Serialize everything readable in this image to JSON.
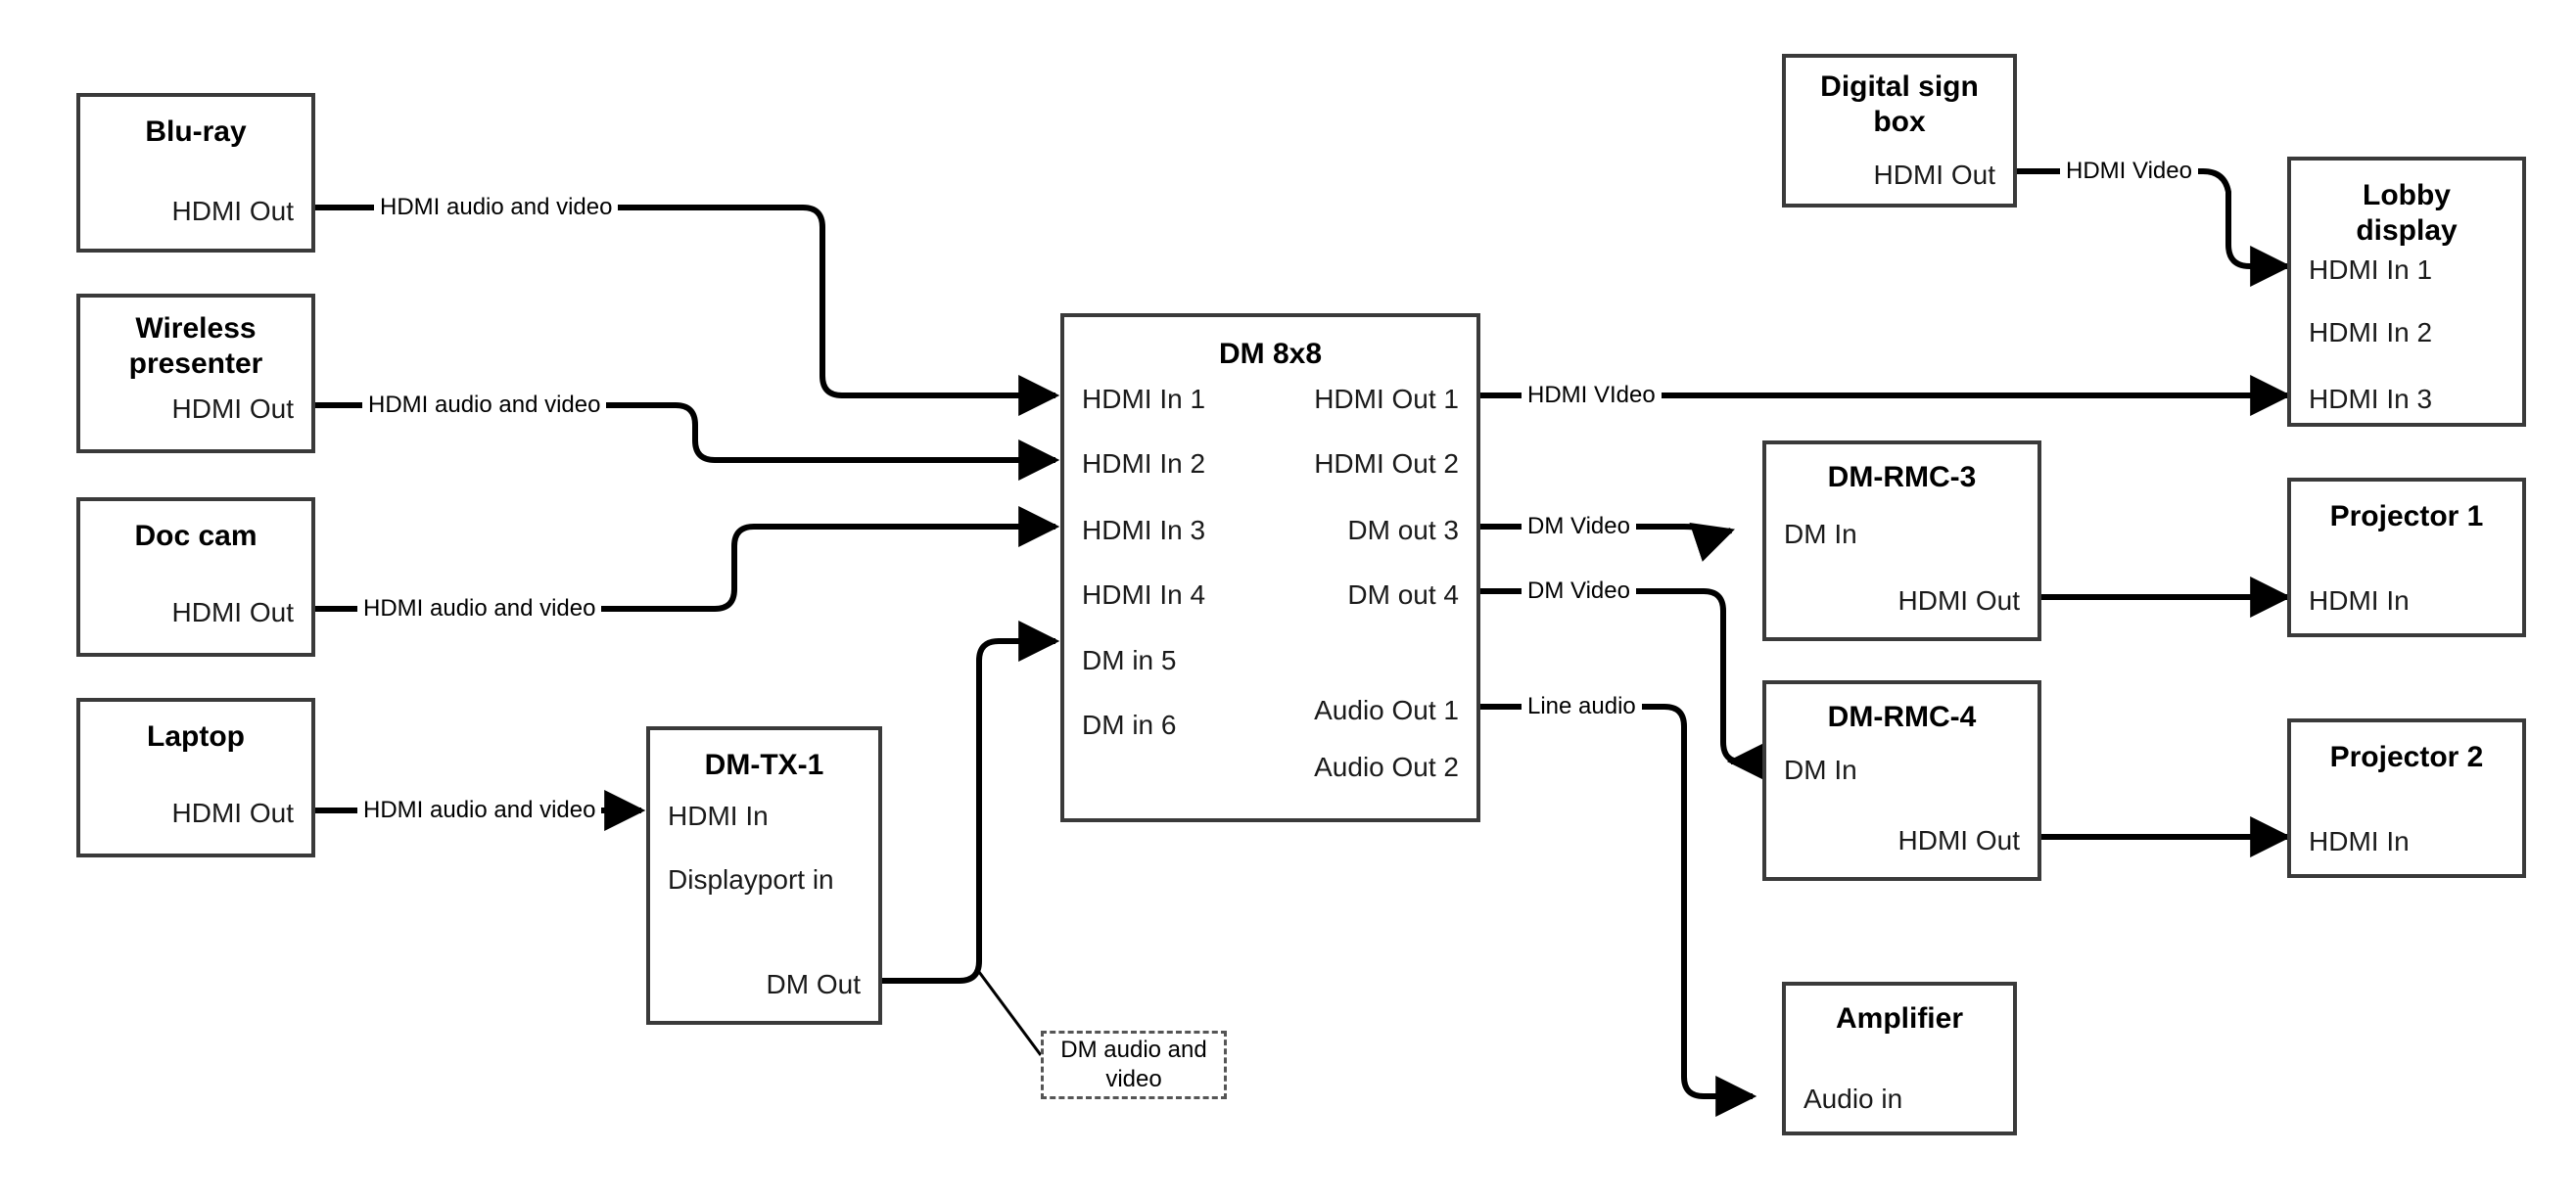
{
  "diagram": {
    "title": "AV signal flow diagram",
    "line_color": "#000000",
    "box_border_color": "#3a3a3a",
    "background": "#ffffff"
  },
  "nodes": [
    {
      "id": "blu-ray",
      "title": "Blu-ray",
      "ports": [
        {
          "label": "HDMI Out",
          "side": "right"
        }
      ]
    },
    {
      "id": "wireless-presenter",
      "title": "Wireless\npresenter",
      "title_line1": "Wireless",
      "title_line2": "presenter",
      "ports": [
        {
          "label": "HDMI Out",
          "side": "right"
        }
      ]
    },
    {
      "id": "doc-cam",
      "title": "Doc cam",
      "ports": [
        {
          "label": "HDMI Out",
          "side": "right"
        }
      ]
    },
    {
      "id": "laptop",
      "title": "Laptop",
      "ports": [
        {
          "label": "HDMI Out",
          "side": "right"
        }
      ]
    },
    {
      "id": "dm-tx-1",
      "title": "DM-TX-1",
      "ports": [
        {
          "label": "HDMI In",
          "side": "left"
        },
        {
          "label": "Displayport in",
          "side": "left"
        },
        {
          "label": "DM Out",
          "side": "right"
        }
      ]
    },
    {
      "id": "dm-8x8",
      "title": "DM 8x8",
      "ports": [
        {
          "label": "HDMI In 1",
          "side": "left"
        },
        {
          "label": "HDMI In 2",
          "side": "left"
        },
        {
          "label": "HDMI In 3",
          "side": "left"
        },
        {
          "label": "HDMI In 4",
          "side": "left"
        },
        {
          "label": "DM in 5",
          "side": "left"
        },
        {
          "label": "DM in 6",
          "side": "left"
        },
        {
          "label": "HDMI Out 1",
          "side": "right"
        },
        {
          "label": "HDMI Out 2",
          "side": "right"
        },
        {
          "label": "DM out 3",
          "side": "right"
        },
        {
          "label": "DM out 4",
          "side": "right"
        },
        {
          "label": "Audio Out 1",
          "side": "right"
        },
        {
          "label": "Audio Out 2",
          "side": "right"
        }
      ]
    },
    {
      "id": "digital-sign-box",
      "title": "Digital sign\nbox",
      "title_line1": "Digital sign",
      "title_line2": "box",
      "ports": [
        {
          "label": "HDMI Out",
          "side": "right"
        }
      ]
    },
    {
      "id": "lobby-display",
      "title": "Lobby\ndisplay",
      "title_line1": "Lobby",
      "title_line2": "display",
      "ports": [
        {
          "label": "HDMI In 1",
          "side": "left"
        },
        {
          "label": "HDMI In 2",
          "side": "left"
        },
        {
          "label": "HDMI In 3",
          "side": "left"
        }
      ]
    },
    {
      "id": "dm-rmc-3",
      "title": "DM-RMC-3",
      "ports": [
        {
          "label": "DM In",
          "side": "left"
        },
        {
          "label": "HDMI Out",
          "side": "right"
        }
      ]
    },
    {
      "id": "dm-rmc-4",
      "title": "DM-RMC-4",
      "ports": [
        {
          "label": "DM In",
          "side": "left"
        },
        {
          "label": "HDMI Out",
          "side": "right"
        }
      ]
    },
    {
      "id": "projector-1",
      "title": "Projector 1",
      "ports": [
        {
          "label": "HDMI In",
          "side": "left"
        }
      ]
    },
    {
      "id": "projector-2",
      "title": "Projector 2",
      "ports": [
        {
          "label": "HDMI In",
          "side": "left"
        }
      ]
    },
    {
      "id": "amplifier",
      "title": "Amplifier",
      "ports": [
        {
          "label": "Audio in",
          "side": "left"
        }
      ]
    }
  ],
  "edges": [
    {
      "id": "bluray-to-dm-in1",
      "label": "HDMI audio and video",
      "from": "blu-ray / HDMI Out",
      "to": "dm-8x8 / HDMI In 1"
    },
    {
      "id": "wireless-to-dm-in2",
      "label": "HDMI audio and video",
      "from": "wireless-presenter / HDMI Out",
      "to": "dm-8x8 / HDMI In 2"
    },
    {
      "id": "doccam-to-dm-in3",
      "label": "HDMI audio and video",
      "from": "doc-cam / HDMI Out",
      "to": "dm-8x8 / HDMI In 3"
    },
    {
      "id": "laptop-to-dmtx",
      "label": "HDMI audio and video",
      "from": "laptop / HDMI Out",
      "to": "dm-tx-1 / HDMI In"
    },
    {
      "id": "dmtx-to-dm-in5",
      "label": "DM audio and video",
      "from": "dm-tx-1 / DM Out",
      "to": "dm-8x8 / DM in 5"
    },
    {
      "id": "dm-out1-to-lobby3",
      "label": "HDMI VIdeo",
      "from": "dm-8x8 / HDMI Out 1",
      "to": "lobby-display / HDMI In 3"
    },
    {
      "id": "dm-out3-to-rmc3",
      "label": "DM Video",
      "from": "dm-8x8 / DM out 3",
      "to": "dm-rmc-3 / DM In"
    },
    {
      "id": "dm-out4-to-rmc4",
      "label": "DM Video",
      "from": "dm-8x8 / DM out 4",
      "to": "dm-rmc-4 / DM In"
    },
    {
      "id": "dm-audio1-to-amp",
      "label": "Line audio",
      "from": "dm-8x8 / Audio Out 1",
      "to": "amplifier / Audio in"
    },
    {
      "id": "sign-to-lobby1",
      "label": "HDMI Video",
      "from": "digital-sign-box / HDMI Out",
      "to": "lobby-display / HDMI In 1"
    },
    {
      "id": "rmc3-to-proj1",
      "label": "",
      "from": "dm-rmc-3 / HDMI Out",
      "to": "projector-1 / HDMI In"
    },
    {
      "id": "rmc4-to-proj2",
      "label": "",
      "from": "dm-rmc-4 / HDMI Out",
      "to": "projector-2 / HDMI In"
    }
  ],
  "annotations": [
    {
      "id": "dm-audio-video-note",
      "text": "DM audio and video"
    }
  ],
  "labels": {
    "bluray_title": "Blu-ray",
    "bluray_hdmi_out": "HDMI Out",
    "wireless_title_1": "Wireless",
    "wireless_title_2": "presenter",
    "wireless_hdmi_out": "HDMI Out",
    "doccam_title": "Doc cam",
    "doccam_hdmi_out": "HDMI Out",
    "laptop_title": "Laptop",
    "laptop_hdmi_out": "HDMI Out",
    "dmtx_title": "DM-TX-1",
    "dmtx_hdmi_in": "HDMI In",
    "dmtx_displayport_in": "Displayport in",
    "dmtx_dm_out": "DM Out",
    "dm8x8_title": "DM 8x8",
    "dm8x8_hdmi_in_1": "HDMI In 1",
    "dm8x8_hdmi_in_2": "HDMI In 2",
    "dm8x8_hdmi_in_3": "HDMI In 3",
    "dm8x8_hdmi_in_4": "HDMI In 4",
    "dm8x8_dm_in_5": "DM in 5",
    "dm8x8_dm_in_6": "DM in 6",
    "dm8x8_hdmi_out_1": "HDMI Out 1",
    "dm8x8_hdmi_out_2": "HDMI Out 2",
    "dm8x8_dm_out_3": "DM out 3",
    "dm8x8_dm_out_4": "DM out 4",
    "dm8x8_audio_out_1": "Audio Out 1",
    "dm8x8_audio_out_2": "Audio Out 2",
    "sign_title_1": "Digital sign",
    "sign_title_2": "box",
    "sign_hdmi_out": "HDMI Out",
    "lobby_title_1": "Lobby",
    "lobby_title_2": "display",
    "lobby_hdmi_in_1": "HDMI In 1",
    "lobby_hdmi_in_2": "HDMI In 2",
    "lobby_hdmi_in_3": "HDMI In 3",
    "rmc3_title": "DM-RMC-3",
    "rmc3_dm_in": "DM In",
    "rmc3_hdmi_out": "HDMI Out",
    "rmc4_title": "DM-RMC-4",
    "rmc4_dm_in": "DM In",
    "rmc4_hdmi_out": "HDMI Out",
    "proj1_title": "Projector 1",
    "proj1_hdmi_in": "HDMI In",
    "proj2_title": "Projector 2",
    "proj2_hdmi_in": "HDMI In",
    "amp_title": "Amplifier",
    "amp_audio_in": "Audio in",
    "edge_hdmi_av_1": "HDMI audio and video",
    "edge_hdmi_av_2": "HDMI audio and video",
    "edge_hdmi_av_3": "HDMI audio and video",
    "edge_hdmi_av_4": "HDMI audio and video",
    "edge_hdmi_video_out1": "HDMI VIdeo",
    "edge_dm_video_3": "DM Video",
    "edge_dm_video_4": "DM Video",
    "edge_line_audio": "Line audio",
    "edge_hdmi_video_sign": "HDMI Video",
    "note_dm_av": "DM audio and video"
  }
}
